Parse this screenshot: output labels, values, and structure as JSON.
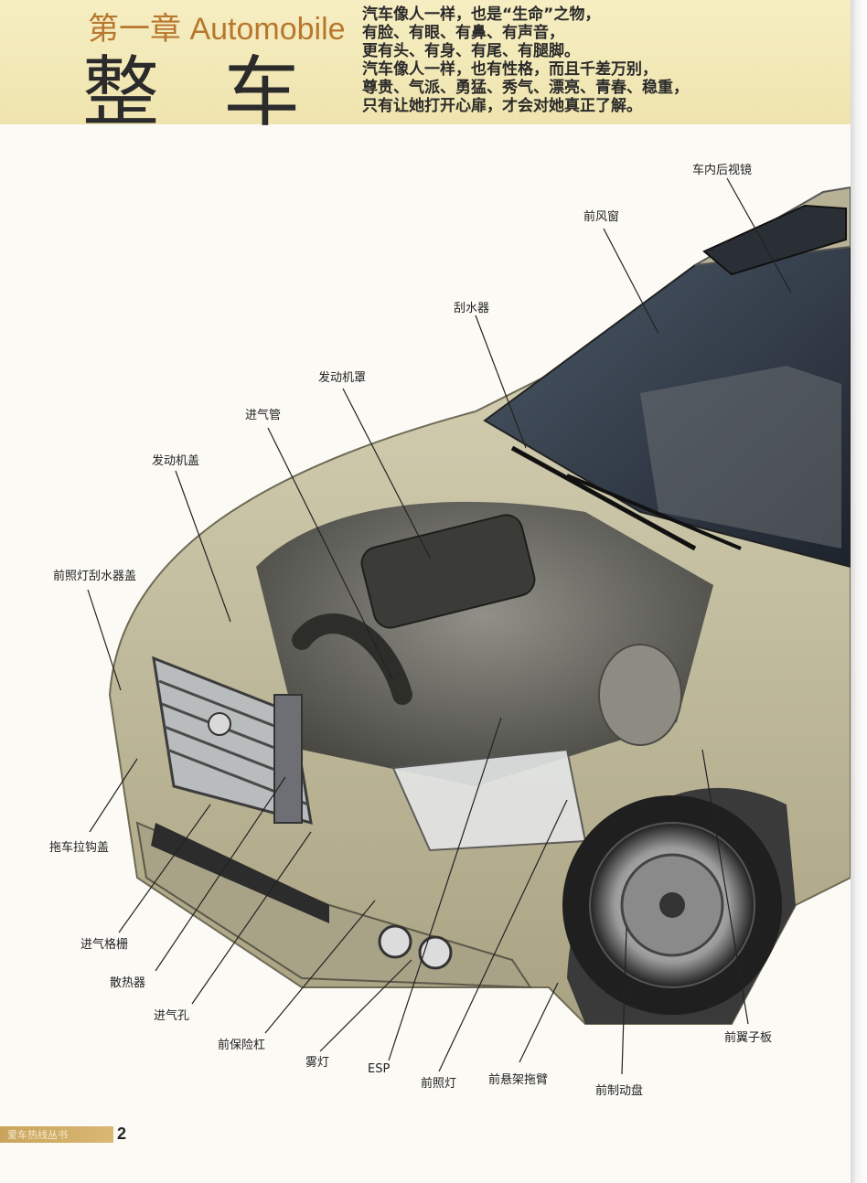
{
  "header": {
    "chapter_label": "第一章 Automobile",
    "chapter_title": "整车",
    "poem_lines": [
      "汽车像人一样，也是“生命”之物，",
      "有脸、有眼、有鼻、有声音，",
      "更有头、有身、有尾、有腿脚。",
      "汽车像人一样，也有性格，而且千差万别，",
      "尊贵、气派、勇猛、秀气、漂亮、青春、稳重，",
      "只有让她打开心扉，才会对她真正了解。"
    ]
  },
  "callouts": {
    "rear_view_mirror": "车内后视镜",
    "windshield": "前风窗",
    "wiper": "刮水器",
    "engine_cover": "发动机罩",
    "intake_pipe": "进气管",
    "hood": "发动机盖",
    "headlamp_wiper_cover": "前照灯刮水器盖",
    "tow_hook_cover": "拖车拉钩盖",
    "intake_grille": "进气格栅",
    "radiator": "散热器",
    "air_intake": "进气孔",
    "front_bumper": "前保险杠",
    "fog_lamp": "雾灯",
    "esp": "ESP",
    "headlamp": "前照灯",
    "front_suspension_arm": "前悬架拖臂",
    "front_brake_disc": "前制动盘",
    "front_fender": "前翼子板"
  },
  "footer": {
    "series": "爱车热线丛书",
    "page_number": "2"
  },
  "colors": {
    "header_band": "#f2e8b8",
    "chapter_accent": "#b8772e",
    "car_body": "#c9c3a2",
    "footer_bar": "#cfac66"
  }
}
